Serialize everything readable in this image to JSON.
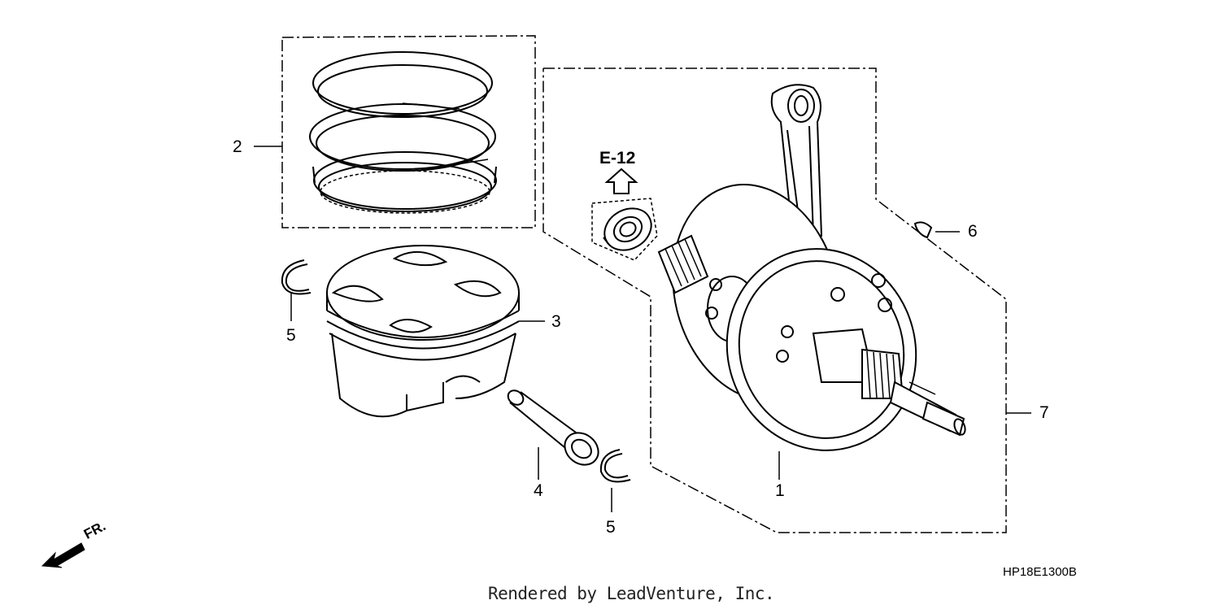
{
  "callouts": {
    "crankshaft": "1",
    "piston_ring_set": "2",
    "piston": "3",
    "piston_pin": "4",
    "piston_pin_clip_left": "5",
    "piston_pin_clip_right": "5",
    "woodruff_key": "6",
    "crankshaft_assembly": "7"
  },
  "reference": {
    "label": "E-12",
    "arrow_icon": "up-arrow-icon"
  },
  "front_indicator": {
    "label": "FR.",
    "icon": "front-arrow-icon"
  },
  "diagram_code": "HP18E1300B",
  "credit": "Rendered by LeadVenture, Inc.",
  "colors": {
    "line": "#000000",
    "background": "#ffffff"
  }
}
